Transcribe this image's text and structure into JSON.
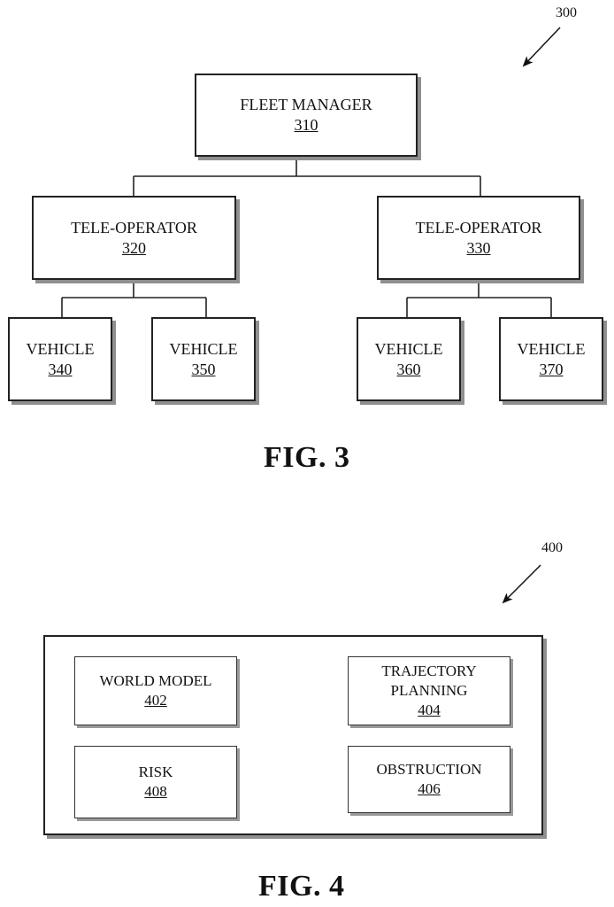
{
  "fig3": {
    "ref_label": "300",
    "fleet_manager": {
      "label": "FLEET MANAGER",
      "number": "310"
    },
    "tele_operator_a": {
      "label": "TELE-OPERATOR",
      "number": "320"
    },
    "tele_operator_b": {
      "label": "TELE-OPERATOR",
      "number": "330"
    },
    "vehicles": [
      {
        "label": "VEHICLE",
        "number": "340"
      },
      {
        "label": "VEHICLE",
        "number": "350"
      },
      {
        "label": "VEHICLE",
        "number": "360"
      },
      {
        "label": "VEHICLE",
        "number": "370"
      }
    ],
    "caption": "FIG. 3"
  },
  "fig4": {
    "ref_label": "400",
    "world_model": {
      "label": "WORLD MODEL",
      "number": "402"
    },
    "trajectory_planning": {
      "line1": "TRAJECTORY",
      "line2": "PLANNING",
      "number": "404"
    },
    "risk": {
      "label": "RISK",
      "number": "408"
    },
    "obstruction": {
      "label": "OBSTRUCTION",
      "number": "406"
    },
    "caption": "FIG. 4"
  }
}
